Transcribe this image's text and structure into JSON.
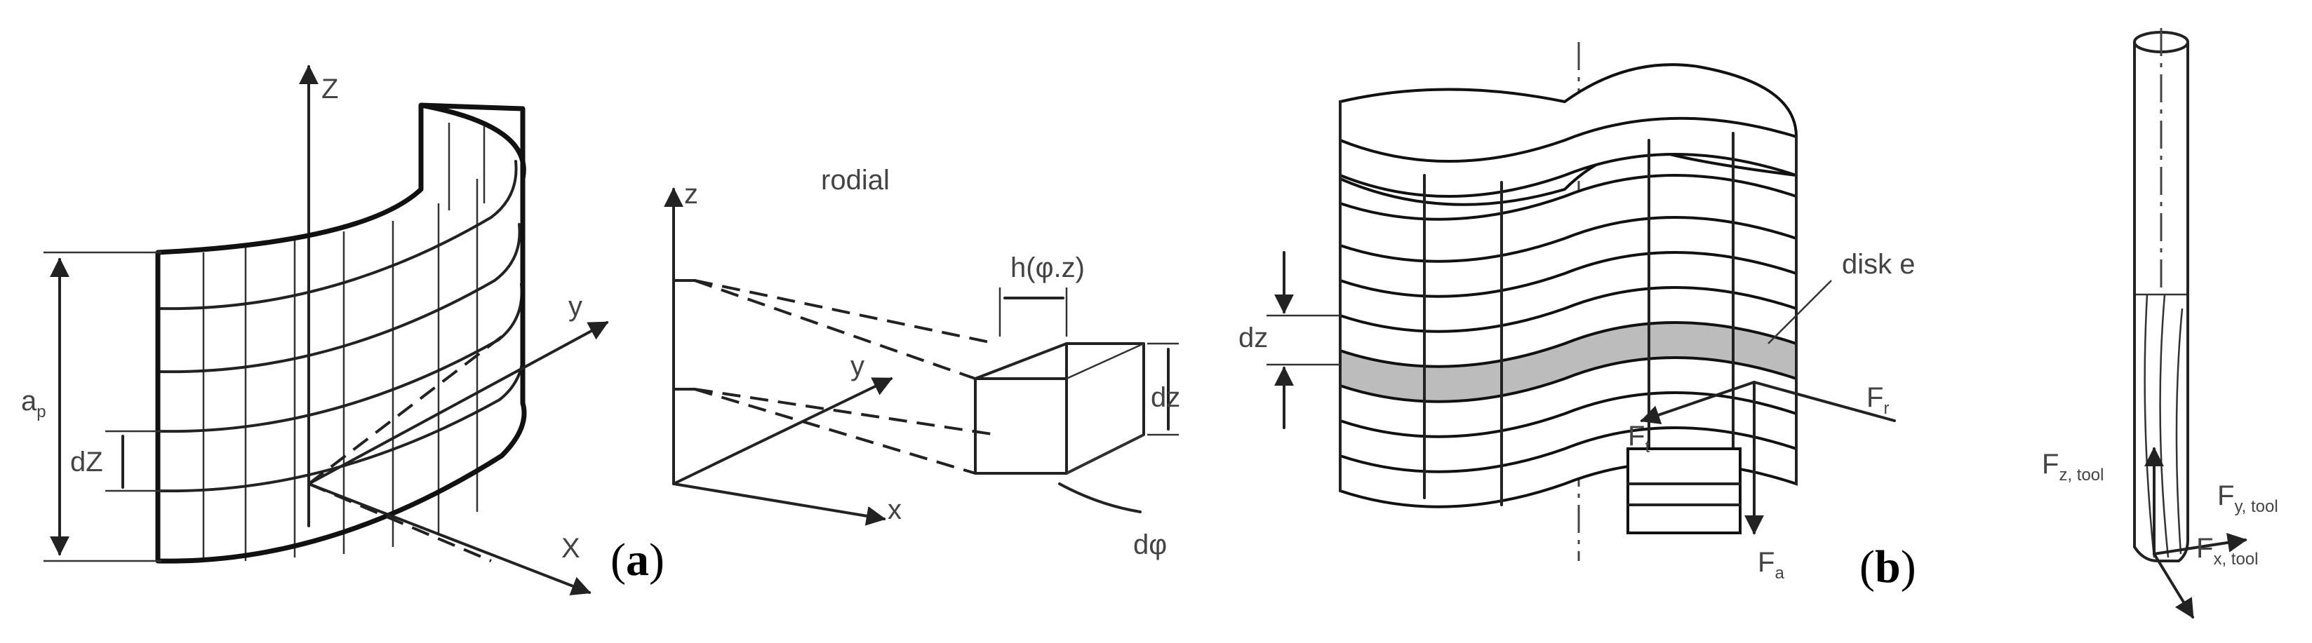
{
  "figure_a": {
    "cylinder": {
      "axis_z": "Z",
      "axis_y": "y",
      "axis_x": "X",
      "ap_label": "a",
      "ap_sub": "p",
      "dz_label": "dZ"
    },
    "element": {
      "axis_z": "z",
      "axis_y": "y",
      "axis_x": "x",
      "radial_label": "rodial",
      "h_label": "h(φ.z)",
      "dz_label": "dz",
      "dphi_label": "dφ"
    },
    "caption_open": "(",
    "caption_letter": "a",
    "caption_close": ")"
  },
  "figure_b": {
    "dz_label": "dz",
    "disk_label": "disk e",
    "force_r": "F",
    "force_r_sub": "r",
    "force_t": "F",
    "force_t_sub": "t",
    "force_a": "F",
    "force_a_sub": "a",
    "caption_open": "(",
    "caption_letter": "b",
    "caption_close": ")"
  },
  "tool": {
    "fz": "F",
    "fz_sub": "z, tool",
    "fy": "F",
    "fy_sub": "y, tool",
    "fx": "F",
    "fx_sub": "x, tool"
  }
}
